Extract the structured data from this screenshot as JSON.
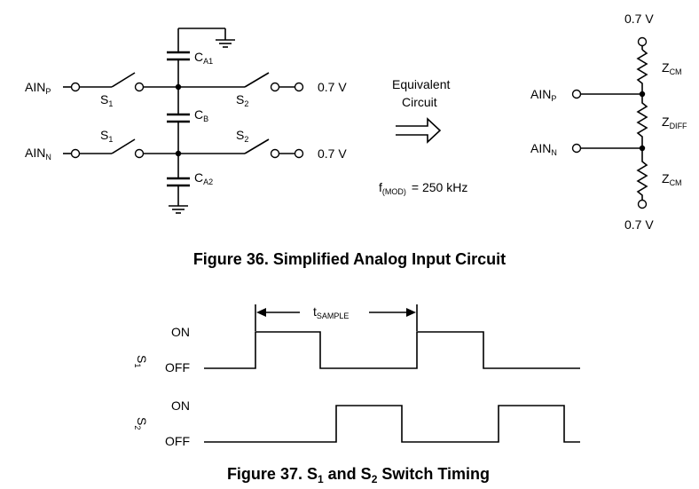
{
  "figure36": {
    "caption": "Figure 36.  Simplified Analog Input Circuit",
    "ain_p": {
      "main": "AIN",
      "sub": "P"
    },
    "ain_n": {
      "main": "AIN",
      "sub": "N"
    },
    "s1": {
      "main": "S",
      "sub": "1"
    },
    "s2": {
      "main": "S",
      "sub": "2"
    },
    "ca1": {
      "main": "C",
      "sub": "A1"
    },
    "cb": {
      "main": "C",
      "sub": "B"
    },
    "ca2": {
      "main": "C",
      "sub": "A2"
    },
    "ref_voltage": "0.7 V",
    "equivalent_line1": "Equivalent",
    "equivalent_line2": "Circuit",
    "fmod": {
      "main": "f",
      "sub": "(MOD)",
      "value": "=  250 kHz"
    },
    "zcm": {
      "main": "Z",
      "sub": "CM"
    },
    "zdiff": {
      "main": "Z",
      "sub": "DIFF"
    }
  },
  "figure37": {
    "caption_prefix": "Figure 37.  S",
    "caption_sub1": "1",
    "caption_mid": " and S",
    "caption_sub2": "2",
    "caption_suffix": " Switch Timing",
    "tsample": {
      "main": "t",
      "sub": "SAMPLE"
    },
    "on_label": "ON",
    "off_label": "OFF",
    "s1": {
      "main": "S",
      "sub": "1"
    },
    "s2": {
      "main": "S",
      "sub": "2"
    }
  }
}
